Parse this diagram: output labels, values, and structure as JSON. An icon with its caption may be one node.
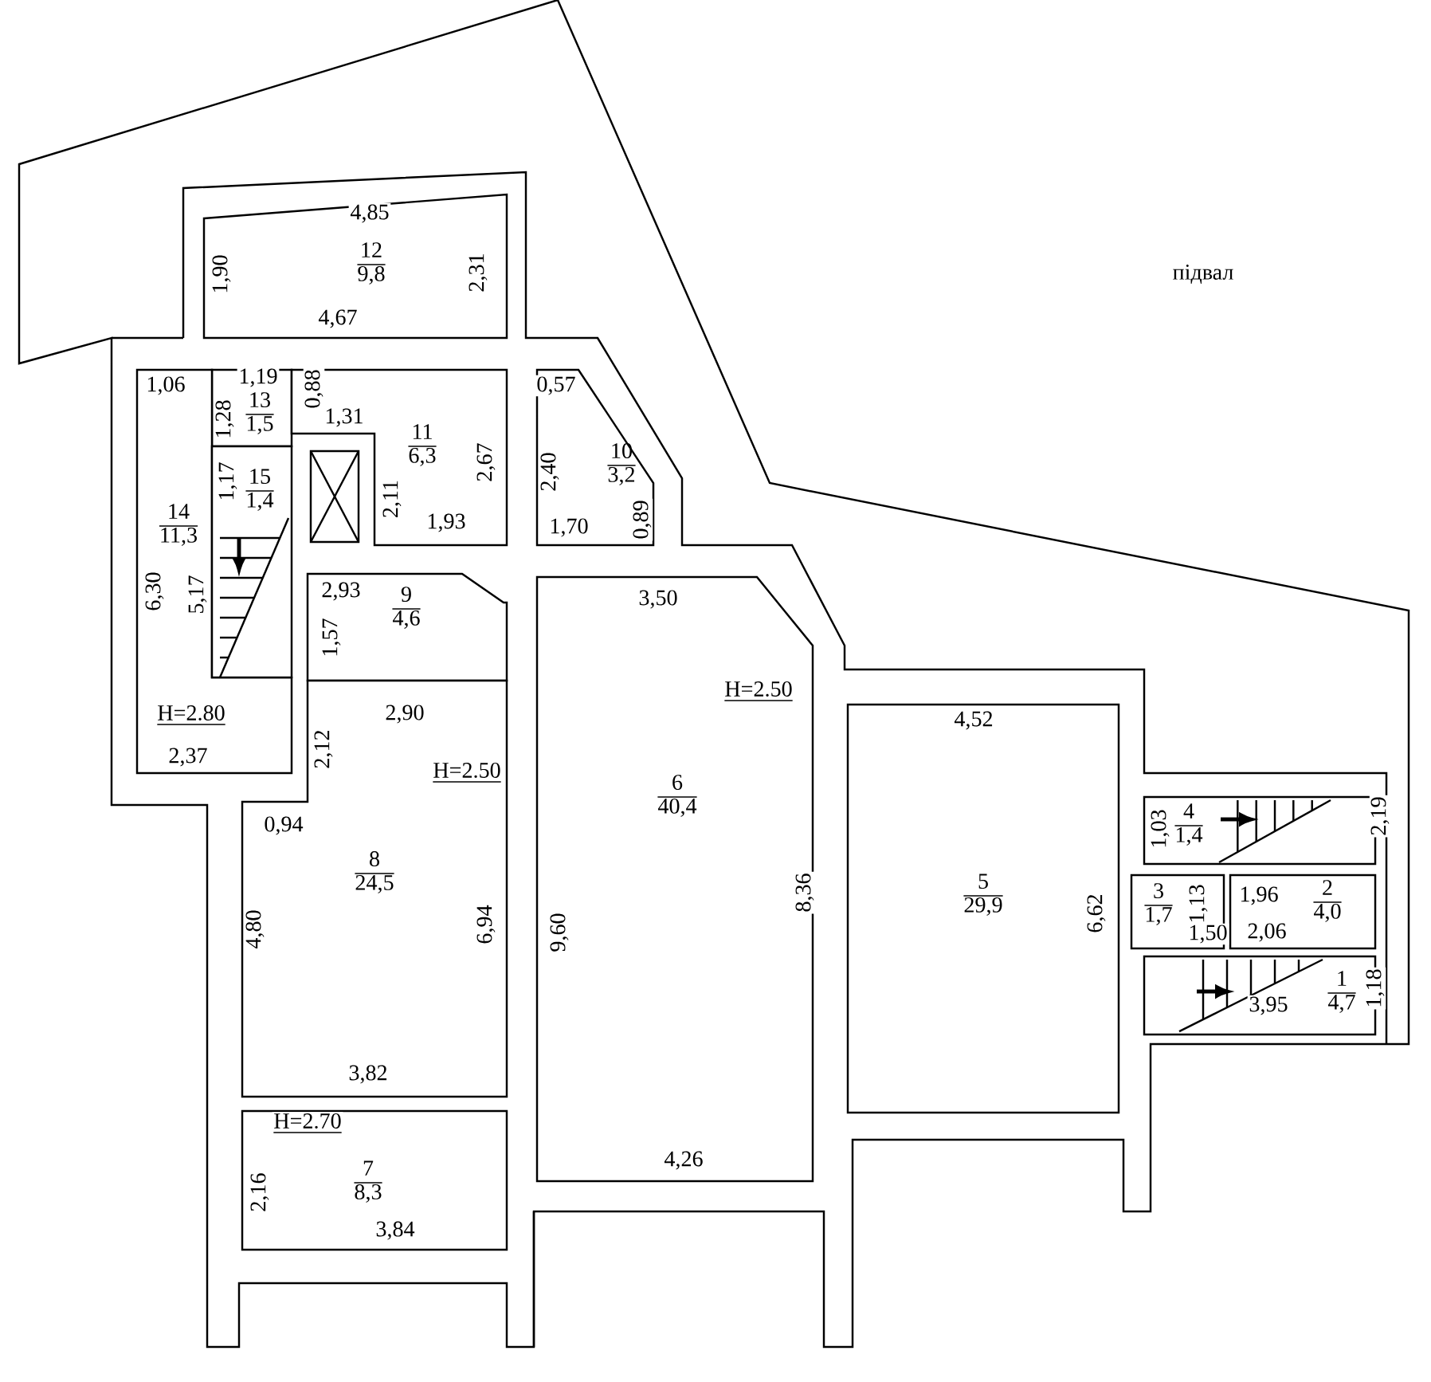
{
  "diagram": {
    "nodes": [
      {
        "text": [
          "12",
          "9,8"
        ]
      },
      {
        "text": [
          "13",
          "1,5"
        ]
      },
      {
        "text": [
          "11",
          "6,3"
        ]
      },
      {
        "text": [
          "10",
          "3,2"
        ]
      },
      {
        "text": [
          "14",
          "11,3"
        ]
      },
      {
        "text": [
          "15",
          "1,4"
        ]
      },
      {
        "text": [
          "9",
          "4,6"
        ]
      },
      {
        "text": [
          "6",
          "40,4"
        ]
      },
      {
        "text": [
          "8",
          "24,5"
        ]
      },
      {
        "text": [
          "5",
          "29,9"
        ]
      },
      {
        "text": [
          "4",
          "1,4"
        ]
      },
      {
        "text": [
          "3",
          "1,7"
        ]
      },
      {
        "text": [
          "2",
          "4,0"
        ]
      },
      {
        "text": [
          "1",
          "4,7"
        ]
      },
      {
        "text": [
          "7",
          "8,3"
        ]
      }
    ],
    "labels": [
      "4,85",
      "1,90",
      "2,31",
      "підвал",
      "4,67",
      "1,06",
      "1,19",
      "0,88",
      "1,28",
      "0,57",
      "1,31",
      "2,67",
      "2,40",
      "1,17",
      "2,11",
      "0,89",
      "1,70",
      "1,93",
      "6,30",
      "5,17",
      "2,93",
      "3,50",
      "1,57",
      "H=2.50",
      "2,90",
      "4,52",
      "H=2.80",
      "2,12",
      "2,37",
      "H=2.50",
      "0,94",
      "1,03",
      "2,19",
      "8,36",
      "1,96",
      "1,13",
      "6,62",
      "2,06",
      "1,50",
      "4,80",
      "6,94",
      "9,60",
      "1,18",
      "3,95",
      "3,82",
      "H=2.70",
      "4,26",
      "2,16",
      "3,84"
    ]
  }
}
